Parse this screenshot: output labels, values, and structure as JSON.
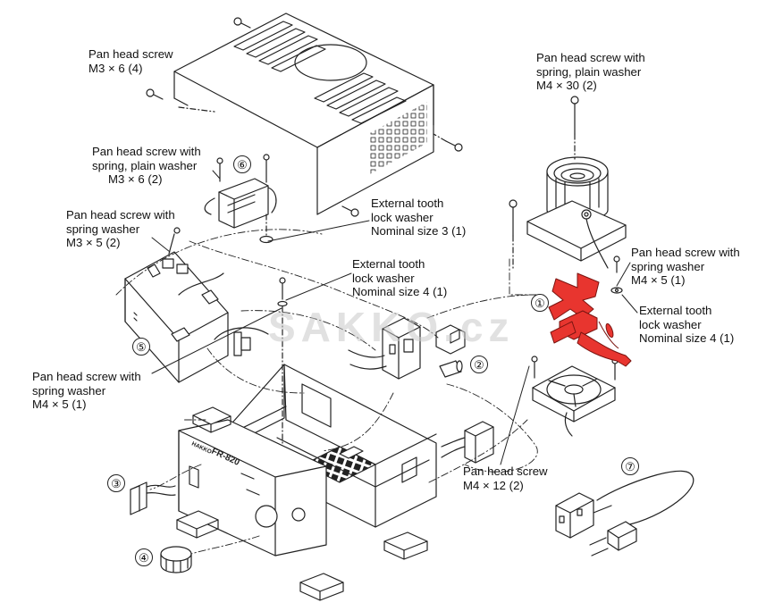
{
  "labels": {
    "pan_m3x6": [
      "Pan head screw",
      "M3 × 6 (4)"
    ],
    "pan_spring_plain_m4x30": [
      "Pan head screw with",
      "spring, plain washer",
      "M4 × 30 (2)"
    ],
    "pan_spring_plain_m3x6": [
      "Pan head screw with",
      "spring, plain washer",
      "M3 × 6 (2)"
    ],
    "ext_washer_3": [
      "External tooth",
      "lock washer",
      "Nominal size 3 (1)"
    ],
    "pan_spring_m3x5": [
      "Pan head screw with",
      "spring washer",
      "M3 × 5 (2)"
    ],
    "ext_washer_4_center": [
      "External tooth",
      "lock washer",
      "Nominal size 4 (1)"
    ],
    "pan_spring_m4x5_right": [
      "Pan head screw with",
      "spring washer",
      "M4 × 5 (1)"
    ],
    "ext_washer_4_right": [
      "External tooth",
      "lock washer",
      "Nominal size 4 (1)"
    ],
    "pan_spring_m4x5_left": [
      "Pan head screw with",
      "spring washer",
      "M4 × 5 (1)"
    ],
    "pan_m4x12": [
      "Pan head screw",
      "M4 × 12 (2)"
    ]
  },
  "callouts": [
    "①",
    "②",
    "③",
    "④",
    "⑤",
    "⑥",
    "⑦"
  ],
  "panel_text": {
    "brand": "HAKKO",
    "model": "FR-820",
    "watermark": "SAKKO.cz"
  },
  "colors": {
    "line": "#222222",
    "highlight": "#e8352f",
    "watermark": "#c9c9c9"
  }
}
